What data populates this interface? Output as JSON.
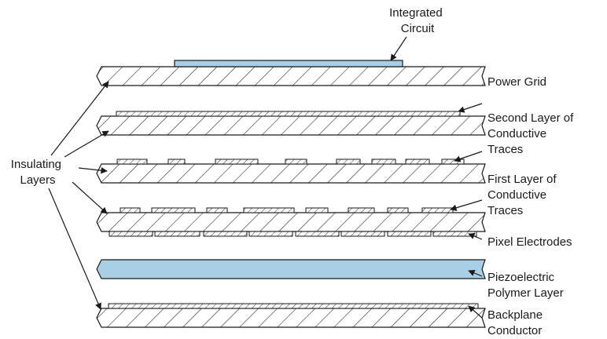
{
  "labels": {
    "integrated_circuit": [
      "Integrated",
      "Circuit"
    ],
    "power_grid": [
      "Power Grid"
    ],
    "second_layer": [
      "Second Layer of",
      "Conductive",
      "Traces"
    ],
    "first_layer": [
      "First Layer of",
      "Conductive",
      "Traces"
    ],
    "pixel_electrodes": [
      "Pixel Electrodes"
    ],
    "piezo": [
      "Piezoelectric",
      "Polymer Layer"
    ],
    "backplane": [
      "Backplane",
      "Conductor"
    ],
    "insulating": [
      "Insulating",
      "Layers"
    ]
  },
  "colors": {
    "accent_blue": "#a9cfe6",
    "line": "#1a1a1a"
  }
}
